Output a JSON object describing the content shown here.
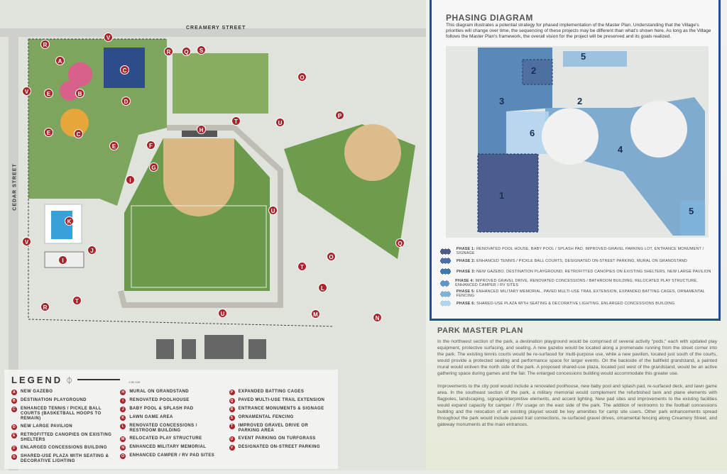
{
  "map": {
    "streets": {
      "north": "CREAMERY STREET",
      "west": "CEDAR STREET"
    },
    "markers": [
      "V",
      "R",
      "A",
      "C",
      "R",
      "Q",
      "S",
      "V",
      "E",
      "B",
      "D",
      "O",
      "E",
      "C",
      "H",
      "T",
      "U",
      "P",
      "F",
      "E",
      "G",
      "I",
      "U",
      "K",
      "J",
      "V",
      "I",
      "O",
      "T",
      "Q",
      "R",
      "T",
      "L",
      "M",
      "N",
      "U"
    ]
  },
  "legend": {
    "title": "LEGEND",
    "scale": [
      "0",
      "50",
      "100"
    ],
    "items": [
      {
        "k": "A",
        "t": "NEW GAZEBO"
      },
      {
        "k": "B",
        "t": "DESTINATION PLAYGROUND"
      },
      {
        "k": "C",
        "t": "ENHANCED TENNIS / PICKLE BALL COURTS (BASKETBALL HOOPS TO REMAIN)"
      },
      {
        "k": "D",
        "t": "NEW LARGE PAVILION"
      },
      {
        "k": "E",
        "t": "RETROFITTED CANOPIES ON EXISTING SHELTERS"
      },
      {
        "k": "F",
        "t": "ENLARGED CONCESSIONS BUILDING"
      },
      {
        "k": "G",
        "t": "SHARED-USE PLAZA WITH SEATING & DECORATIVE LIGHTING"
      },
      {
        "k": "H",
        "t": "MURAL ON GRANDSTAND"
      },
      {
        "k": "I",
        "t": "RENOVATED POOLHOUSE"
      },
      {
        "k": "J",
        "t": "BABY POOL & SPLASH PAD"
      },
      {
        "k": "K",
        "t": "LAWN GAME AREA"
      },
      {
        "k": "L",
        "t": "RENOVATED CONCESSIONS / RESTROOM BUILDING"
      },
      {
        "k": "M",
        "t": "RELOCATED PLAY STRUCTURE"
      },
      {
        "k": "N",
        "t": "ENHANCED MILITARY MEMORIAL"
      },
      {
        "k": "O",
        "t": "ENHANCED CAMPER / RV PAD SITES"
      },
      {
        "k": "P",
        "t": "EXPANDED BATTING CAGES"
      },
      {
        "k": "Q",
        "t": "PAVED MULTI-USE TRAIL EXTENSION"
      },
      {
        "k": "R",
        "t": "ENTRANCE MONUMENTS & SIGNAGE"
      },
      {
        "k": "S",
        "t": "ORNAMENTAL FENCING"
      },
      {
        "k": "T",
        "t": "IMPROVED GRAVEL DRIVE OR PARKING AREA"
      },
      {
        "k": "U",
        "t": "EVENT PARKING ON TURFGRASS"
      },
      {
        "k": "V",
        "t": "DESIGNATED ON-STREET PARKING"
      }
    ]
  },
  "phasing": {
    "title": "PHASING DIAGRAM",
    "intro": "This diagram illustrates a potential strategy for phased implementation of the Master Plan. Understanding that the Village's priorities will change over time, the sequencing of these projects may be different than what's shown here. As long as the Village follows the Master Plan's framework, the overall vision for the project will be preserved and its goals realized.",
    "area_labels": [
      "2",
      "5",
      "3",
      "2",
      "6",
      "4",
      "1",
      "5"
    ],
    "phases": [
      {
        "label": "PHASE 1:",
        "text": "RENOVATED POOL HOUSE, BABY POOL / SPLASH PAD, IMPROVED-GRAVEL PARKING LOT, ENTRANCE MONUMENT / SIGNAGE",
        "color": "#4a5d8c"
      },
      {
        "label": "PHASE 2:",
        "text": "ENHANCED TENNIS / PICKLE BALL COURTS, DESIGNATED ON-STREET PARKING, MURAL ON GRANDSTAND",
        "color": "#4f6fa0"
      },
      {
        "label": "PHASE 3:",
        "text": "NEW GAZEBO, DESTINATION PLAYGROUND, RETROFITTED CANOPIES ON EXISTING SHELTERS, NEW LARGE PAVILION",
        "color": "#3f78b0"
      },
      {
        "label": "PHASE 4:",
        "text": "IMPROVED GRAVEL DRIVE, RENOVATED CONCESSIONS / BATHROOM BUILDING, RELOCATED PLAY STRUCTURE, ENHANCED CAMPER / RV SITES",
        "color": "#5d97c8"
      },
      {
        "label": "PHASE 5:",
        "text": "ENHANCED MILITARY MEMORIAL, PAVED MULTI-USE TRAIL EXTENSION, EXPANDED BATTING CAGES, ORNAMENTAL FENCING",
        "color": "#7fb2da"
      },
      {
        "label": "PHASE 6:",
        "text": "SHARED-USE PLAZA WITH SEATING & DECORATIVE LIGHTING, ENLARGED CONCESSIONS BUILDING",
        "color": "#b3d4ec"
      }
    ]
  },
  "master_plan": {
    "title": "PARK MASTER PLAN",
    "paragraphs": [
      "In the northwest section of the park, a destination playground would be comprised of several activity \"pods,\" each with updated play equipment, protective surfacing, and seating. A new gazebo would be located along a promenade running from the street corner into the park. The existing tennis courts would be re-surfaced for multi-purpose use, while a new pavilion, located just south of the courts, would provide a protected seating and performance space for larger events. On the backside of the ballfield grandstand, a painted mural would enliven the north side of the park. A proposed shared-use plaza, located just west of the grandstand, would be an active gathering space during games and the fair. The enlarged concessions building would accommodate this greater use.",
      "Improvements to the city pool would include a renovated poolhouse, new baby pool and splash pad, re-surfaced deck, and lawn game area. In the southeast section of the park, a military memorial would complement the refurbished tank and plane elements with flagpoles, landscaping, signage/interpretive elements, and accent lighting. New pad sites and improvements to the existing facilities would expand capacity for camper / RV usage on the east side of the park. The addition of restrooms to the football concessions building and the relocation of an existing playset would be key amenities for camp site users. Other park enhancements spread throughout the park would include paved trail connections, re-surfaced gravel drives, ornamental fencing along Creamery Street, and gateway monuments at the main entrances."
    ]
  }
}
